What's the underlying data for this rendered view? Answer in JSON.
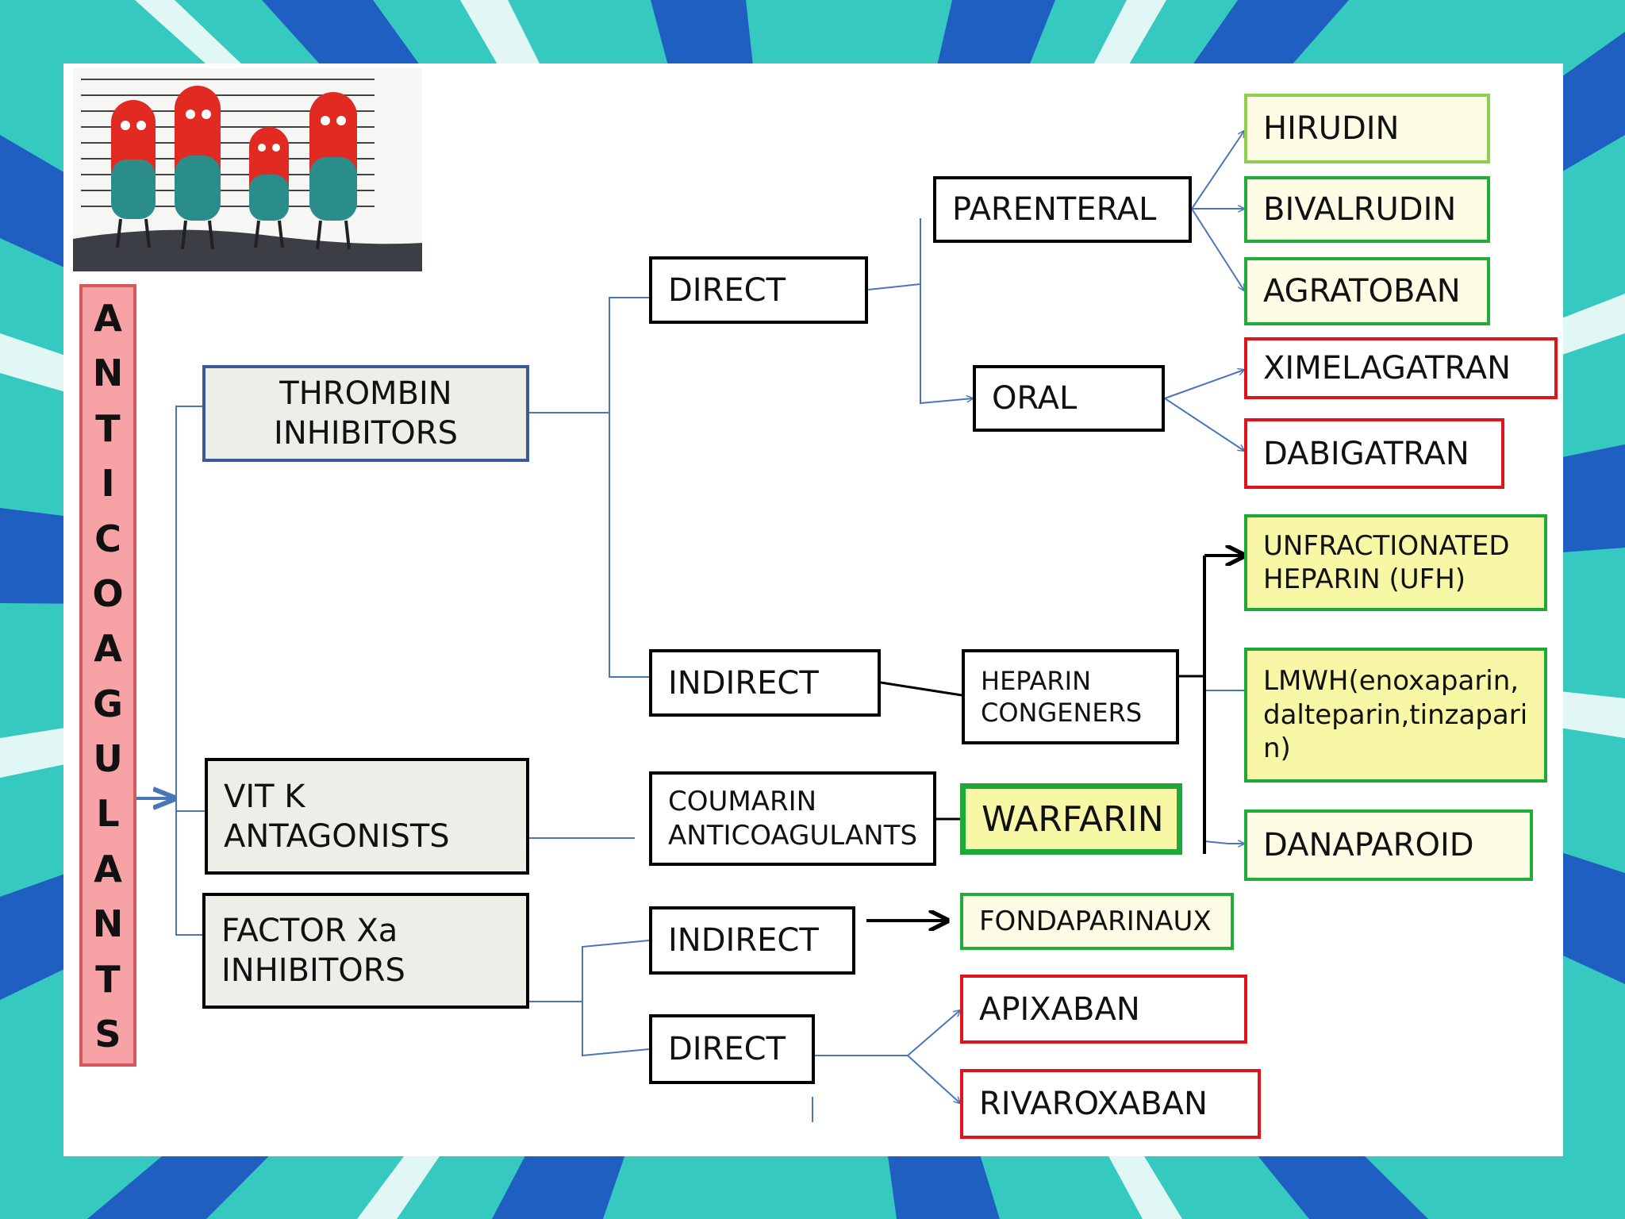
{
  "title_vertical": "ANTICOAGULANTS",
  "nodes": {
    "thrombin_inhibitors": "THROMBIN\nINHIBITORS",
    "vit_k_antagonists": "VIT K\nANTAGONISTS",
    "factor_xa_inhibitors": "FACTOR Xa\nINHIBITORS",
    "direct": "DIRECT",
    "indirect": "INDIRECT",
    "parenteral": "PARENTERAL",
    "oral": "ORAL",
    "hirudin": "HIRUDIN",
    "bivalrudin": "BIVALRUDIN",
    "agratoban": "AGRATOBAN",
    "ximelagatran": "XIMELAGATRAN",
    "dabigatran": "DABIGATRAN",
    "heparin_congeners": "HEPARIN\nCONGENERS",
    "ufh": "UNFRACTIONATED\nHEPARIN (UFH)",
    "lmwh": "LMWH(enoxaparin,\ndalteparin,tinzapari\nn)",
    "danaparoid": "DANAPAROID",
    "coumarin": "COUMARIN\nANTICOAGULANTS",
    "warfarin": "WARFARIN",
    "xa_indirect": "INDIRECT",
    "xa_direct": "DIRECT",
    "fondaparinaux": "FONDAPARINAUX",
    "apixaban": "APIXABAN",
    "rivaroxaban": "RIVAROXABAN"
  },
  "colors": {
    "background_teal": "#36c9bf",
    "background_blue": "#1f5fc2",
    "connector_blue": "#4a76b8",
    "border_green_light": "#8fcf4f",
    "border_green": "#21ad3c",
    "border_red": "#e0141b",
    "fill_yellow": "#f8f7a6",
    "fill_cream": "#fdfde6",
    "fill_grey": "#efede8",
    "vertical_title_fill": "#f7a2a5"
  }
}
